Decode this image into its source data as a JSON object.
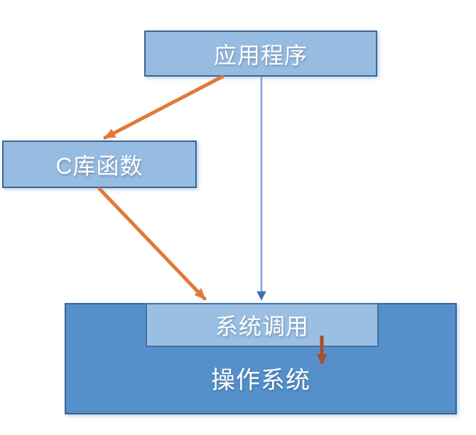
{
  "diagram": {
    "background": "#FFFFFF",
    "nodes": {
      "application": {
        "label": "应用程序"
      },
      "c_library": {
        "label": "C库函数"
      },
      "system_call": {
        "label": "系统调用"
      },
      "operating_system": {
        "label": "操作系统"
      }
    },
    "edges": [
      {
        "from": "application",
        "to": "c_library",
        "style": "thick-orange"
      },
      {
        "from": "c_library",
        "to": "system_call",
        "style": "thick-orange"
      },
      {
        "from": "application",
        "to": "system_call",
        "style": "thin-blue"
      },
      {
        "from": "system_call",
        "to": "operating_system",
        "style": "thick-red"
      }
    ],
    "colors": {
      "light_node_fill": "#97BCE2",
      "light_node_border": "#3E6396",
      "os_fill": "#5590CB",
      "os_border": "#3F648F",
      "syscall_fill": "#9ABFE3",
      "syscall_border": "#4B6F9E",
      "arrow_orange": "#E0793B",
      "arrow_blue_line": "#84A7D4",
      "arrow_blue_head": "#3F6FB3",
      "arrow_red": "#A94E30",
      "label_text": "#FFFFFF"
    }
  }
}
